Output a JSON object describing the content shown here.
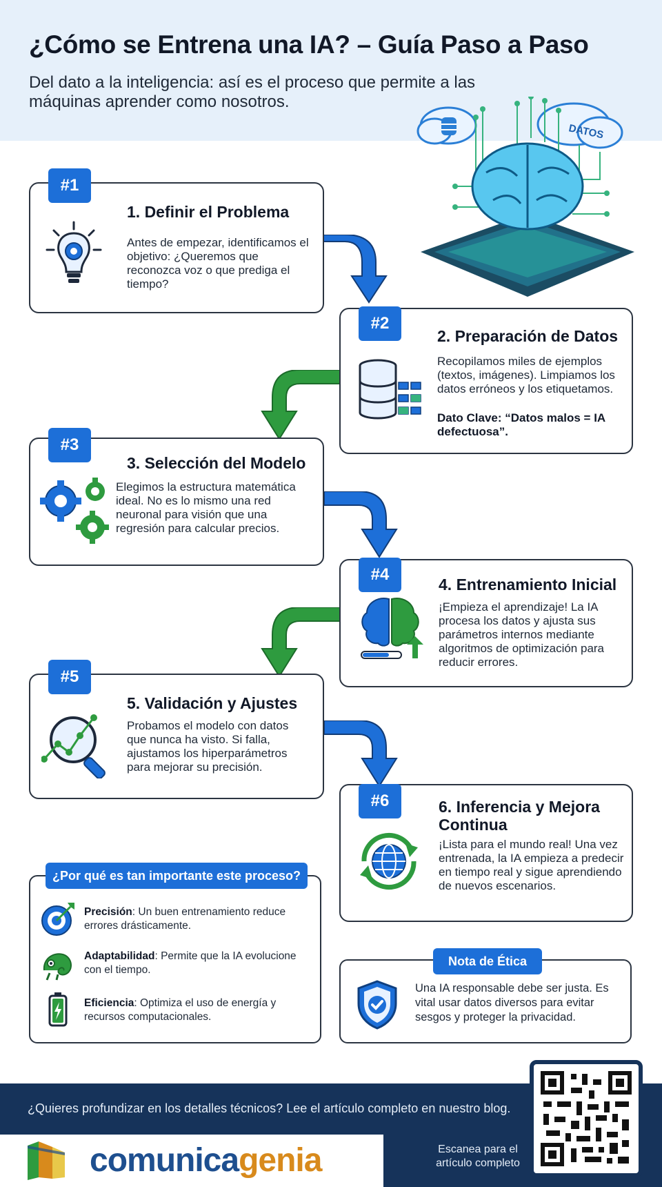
{
  "header": {
    "title": "¿Cómo se Entrena una IA? – Guía Paso a Paso",
    "subtitle": "Del dato a la inteligencia: así es el proceso que permite a las máquinas aprender como nosotros.",
    "hero_label": "DATOS"
  },
  "steps": [
    {
      "badge": "#1",
      "title": "1. Definir el Problema",
      "body": "Antes de empezar, identificamos el objetivo: ¿Queremos que reconozca voz o que prediga el tiempo?",
      "icon": "lightbulb-gear-icon"
    },
    {
      "badge": "#2",
      "title": "2. Preparación de Datos",
      "body": "Recopilamos miles de ejemplos (textos, imágenes). Limpiamos los datos erróneos y los etiquetamos.",
      "key": "Dato Clave: “Datos malos = IA defectuosa”.",
      "icon": "database-icon"
    },
    {
      "badge": "#3",
      "title": "3. Selección del Modelo",
      "body": "Elegimos la estructura matemática ideal. No es lo mismo una red neuronal para visión que una regresión para calcular precios.",
      "icon": "gears-icon"
    },
    {
      "badge": "#4",
      "title": "4. Entrenamiento Inicial",
      "body": "¡Empieza el aprendizaje! La IA procesa los datos y ajusta sus parámetros internos mediante algoritmos de optimización para reducir errores.",
      "icon": "brain-progress-icon"
    },
    {
      "badge": "#5",
      "title": "5. Validación y Ajustes",
      "body": "Probamos el modelo con datos que nunca ha visto. Si falla, ajustamos los hiperparámetros para mejorar su precisión.",
      "icon": "magnifier-chart-icon"
    },
    {
      "badge": "#6",
      "title": "6. Inferencia y Mejora Continua",
      "body": "¡Lista para el mundo real! Una vez entrenada, la IA empieza a predecir en tiempo real y sigue aprendiendo de nuevos escenarios.",
      "icon": "globe-cycle-icon"
    }
  ],
  "why": {
    "title": "¿Por qué es tan importante este proceso?",
    "items": [
      {
        "label": "Precisión",
        "text": ": Un buen entrenamiento reduce errores drásticamente.",
        "icon": "target-icon"
      },
      {
        "label": "Adaptabilidad",
        "text": ": Permite que la IA evolucione con el tiempo.",
        "icon": "chameleon-icon"
      },
      {
        "label": "Eficiencia",
        "text": ": Optimiza el uso de energía y recursos computacionales.",
        "icon": "battery-icon"
      }
    ]
  },
  "ethics": {
    "title": "Nota de Ética",
    "text": "Una IA responsable debe ser justa. Es vital usar datos diversos para evitar sesgos y proteger la privacidad.",
    "icon": "shield-check-icon"
  },
  "footer": {
    "cta": "¿Quieres profundizar en los detalles técnicos? Lee el artículo completo en nuestro blog.",
    "brand_part1": "comunica",
    "brand_part2": "genia",
    "scan": "Escanea para el artículo completo"
  },
  "colors": {
    "accent": "#1d6fd8",
    "navy": "#16335a",
    "green": "#2e9b3f",
    "orange": "#d88a1c",
    "header_bg": "#e6f0fa"
  }
}
